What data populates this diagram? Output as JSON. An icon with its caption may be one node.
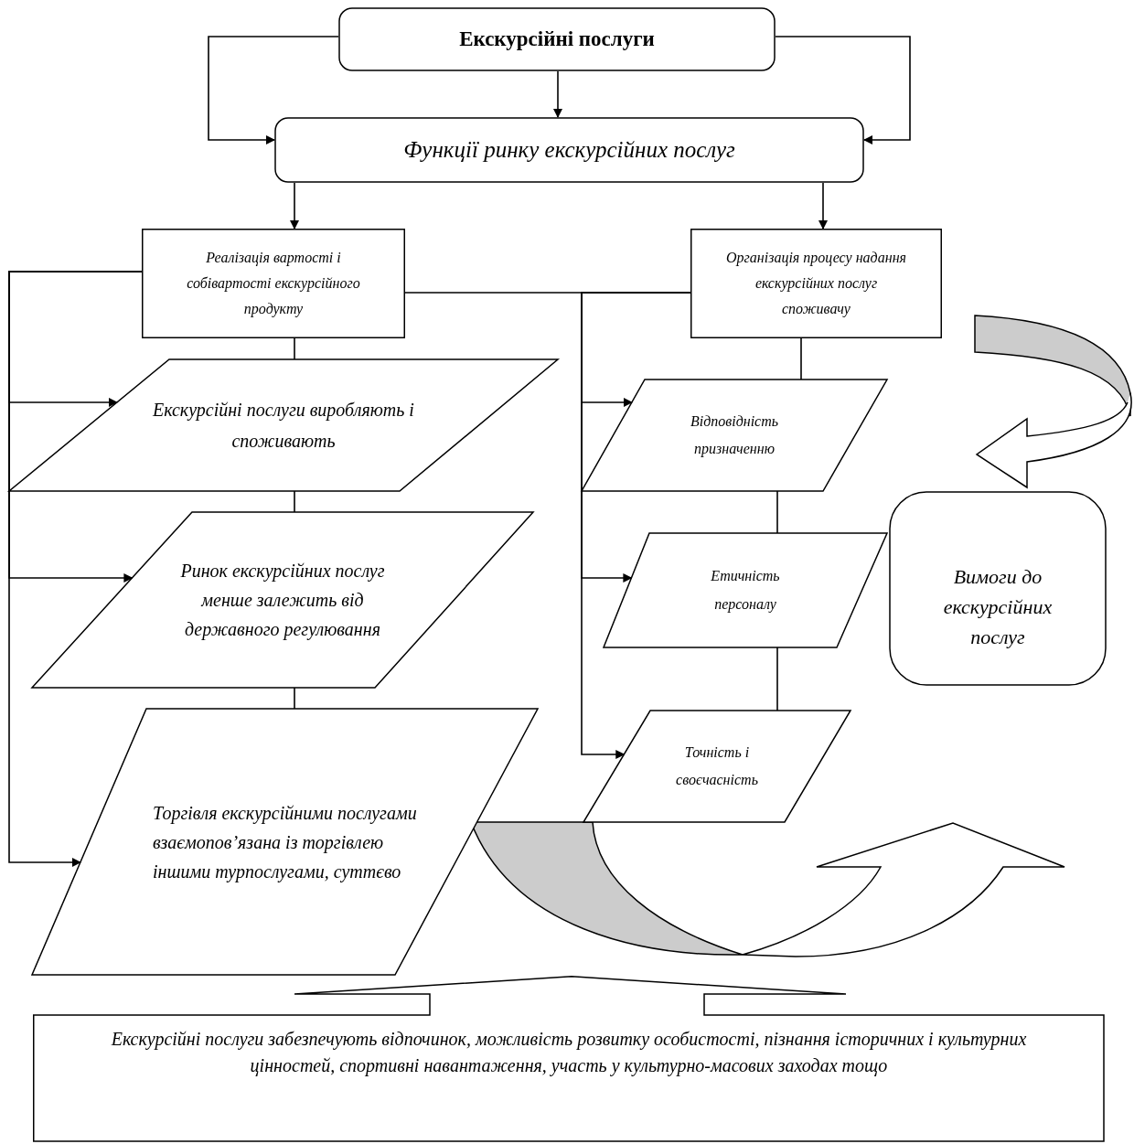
{
  "diagram": {
    "nodes": [
      {
        "text": [
          "Екскурсійні послуги"
        ]
      },
      {
        "text": [
          "Функції ринку екскурсійних послуг"
        ]
      },
      {
        "text": [
          "Реалізація вартості і собівартості екскурсійного продукту"
        ]
      },
      {
        "text": [
          "Організація процесу надання екскурсійних послуг споживачу"
        ]
      },
      {
        "text": [
          "Екскурсійні послуги виробляють і споживають"
        ]
      },
      {
        "text": [
          "Ринок екскурсійних послуг менше залежить від державного регулювання"
        ]
      },
      {
        "text": [
          "Торгівля екскурсійними послугами взаємопов’язана із торгівлею іншими турпослугами, суттєво"
        ]
      },
      {
        "text": [
          "Відповідність призначенню"
        ]
      },
      {
        "text": [
          "Етичність персоналу"
        ]
      },
      {
        "text": [
          "Точність і своєчасність"
        ]
      },
      {
        "text": [
          "Вимоги до екскурсійних послуг"
        ]
      },
      {
        "text": [
          "Екскурсійні послуги забезпечують відпочинок, можливість розвитку особистості, пізнання історичних і культурних цінностей, спортивні навантаження, участь у культурно-масових заходах тощо"
        ]
      }
    ],
    "edges": [
      {
        "from": 0,
        "to": 1,
        "arrow": "to"
      },
      {
        "from": 0,
        "to": 1,
        "arrow": "to"
      },
      {
        "from": 0,
        "to": 1,
        "arrow": "to"
      },
      {
        "from": 1,
        "to": 2,
        "arrow": "to"
      },
      {
        "from": 1,
        "to": 3,
        "arrow": "to"
      },
      {
        "from": 2,
        "to": 4,
        "arrow": "none"
      },
      {
        "from": 4,
        "to": 5,
        "arrow": "none"
      },
      {
        "from": 5,
        "to": 6,
        "arrow": "none"
      },
      {
        "from": 2,
        "to": 4,
        "arrow": "to"
      },
      {
        "from": 2,
        "to": 5,
        "arrow": "to"
      },
      {
        "from": 2,
        "to": 6,
        "arrow": "to"
      },
      {
        "from": 2,
        "to": 3,
        "arrow": "none"
      },
      {
        "from": 3,
        "to": 7,
        "arrow": "none"
      },
      {
        "from": 7,
        "to": 8,
        "arrow": "none"
      },
      {
        "from": 8,
        "to": 9,
        "arrow": "none"
      },
      {
        "from": 3,
        "to": 7,
        "arrow": "to"
      },
      {
        "from": 3,
        "to": 8,
        "arrow": "to"
      },
      {
        "from": 3,
        "to": 9,
        "arrow": "to"
      }
    ]
  }
}
